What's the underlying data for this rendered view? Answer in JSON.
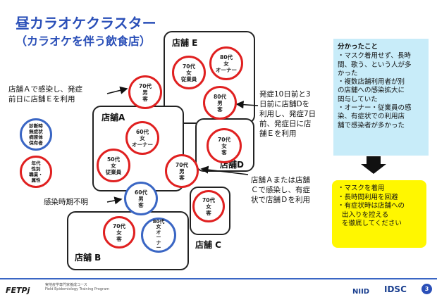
{
  "title": "昼カラオケクラスター",
  "subtitle": "（カラオケを伴う飲食店）",
  "stores": {
    "E": "店舗 E",
    "A": "店舗A",
    "D": "店舗D",
    "C": "店舗 C",
    "B": "店舗 B"
  },
  "cases": {
    "e_worker": [
      "70代",
      "女",
      "従業員"
    ],
    "e_owner": [
      "80代",
      "女",
      "オーナー"
    ],
    "man70_top": [
      "70代",
      "男",
      "客"
    ],
    "man80": [
      "80代",
      "男",
      "客"
    ],
    "a_owner": [
      "60代",
      "女",
      "オーナー"
    ],
    "a_worker": [
      "50代",
      "女",
      "従業員"
    ],
    "d_guest": [
      "70代",
      "女",
      "客"
    ],
    "man70_mid": [
      "70代",
      "男",
      "客"
    ],
    "c_guest": [
      "70代",
      "女",
      "客"
    ],
    "man60": [
      "60代",
      "男",
      "客"
    ],
    "b_guest": [
      "70代",
      "女",
      "客"
    ],
    "b_owner": [
      "80代",
      "女",
      "オ",
      "ー",
      "ナ",
      "ー"
    ]
  },
  "legend": {
    "blue": [
      "診断時",
      "無症状",
      "病原体",
      "保有者"
    ],
    "red": [
      "年代",
      "性別",
      "職業・",
      "属性"
    ]
  },
  "notes": {
    "left_top": [
      "店舗Ａで感染し、発症",
      "前日に店舗Ｅを利用"
    ],
    "right_top": [
      "発症10日前と3",
      "日前に店舗Dを",
      "利用し、発症7日",
      "前、発症日に店",
      "舗Ｅを利用"
    ],
    "right_mid": [
      "店舗Ａまたは店舗",
      "Ｃで感染し、有症",
      "状で店舗Ｄを利用"
    ],
    "left_mid": "感染時期不明"
  },
  "findings": {
    "heading": "分かったこと",
    "items": [
      "・マスク着用せず、長時",
      "間、歌う、という人が多",
      "かった",
      "・複数店舗利用者が別",
      "の店舗への感染拡大に",
      "関与していた",
      "・オーナー・従業員の感",
      "染、有症状での利用店",
      "舗で感染者が多かった"
    ]
  },
  "recommendations": [
    "・マスクを着用",
    "・長時間利用を回避",
    "・有症状時は店舗への",
    "出入りを控える",
    "を徹底してください"
  ],
  "footer": {
    "logo_text": "FETPj",
    "program_name": "実地疫学専門家養成コース",
    "program_name_en": "Field Epidemiology Training Program",
    "niid": "NIID",
    "idsc": "IDSC",
    "page_number": "3"
  },
  "colors": {
    "accent": "#2a4fb8",
    "symptomatic": "#e02020",
    "asymptomatic": "#3a66c4",
    "findings_bg": "#c8ecf9",
    "recs_bg": "#fff700"
  }
}
